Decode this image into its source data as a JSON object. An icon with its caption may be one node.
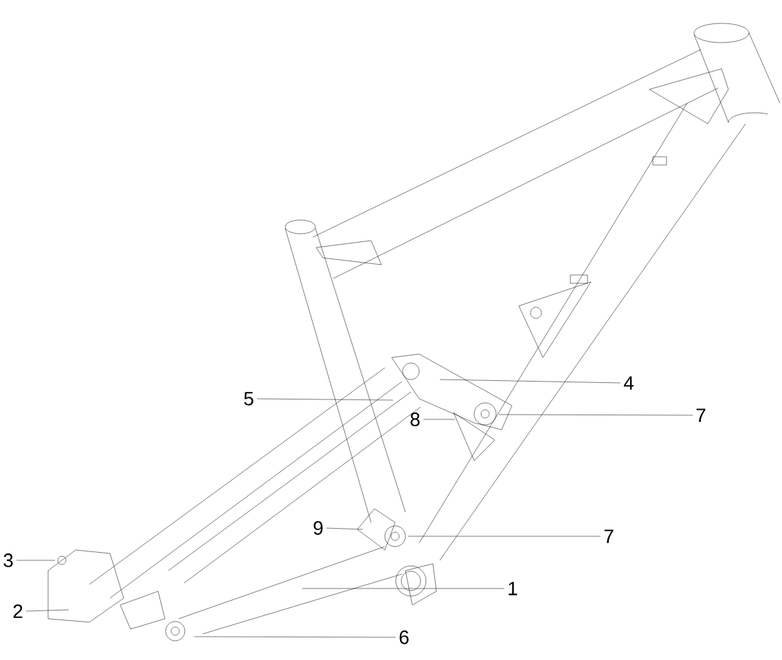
{
  "diagram": {
    "nodes": [
      {
        "text": [
          "4"
        ]
      },
      {
        "text": [
          "5"
        ]
      },
      {
        "text": [
          "8"
        ]
      },
      {
        "text": [
          "7"
        ]
      },
      {
        "text": [
          "9"
        ]
      },
      {
        "text": [
          "7"
        ]
      },
      {
        "text": [
          "3"
        ]
      },
      {
        "text": [
          "1"
        ]
      },
      {
        "text": [
          "2"
        ]
      },
      {
        "text": [
          "6"
        ]
      }
    ],
    "edges": [
      {
        "from": 0,
        "to": null,
        "arrow": "none"
      },
      {
        "from": 1,
        "to": null,
        "arrow": "none"
      },
      {
        "from": 2,
        "to": null,
        "arrow": "none"
      },
      {
        "from": 3,
        "to": null,
        "arrow": "none"
      },
      {
        "from": 4,
        "to": null,
        "arrow": "none"
      },
      {
        "from": 5,
        "to": null,
        "arrow": "none"
      },
      {
        "from": 6,
        "to": null,
        "arrow": "none"
      },
      {
        "from": 7,
        "to": null,
        "arrow": "none"
      },
      {
        "from": 8,
        "to": null,
        "arrow": "none"
      },
      {
        "from": 9,
        "to": null,
        "arrow": "none"
      }
    ]
  }
}
